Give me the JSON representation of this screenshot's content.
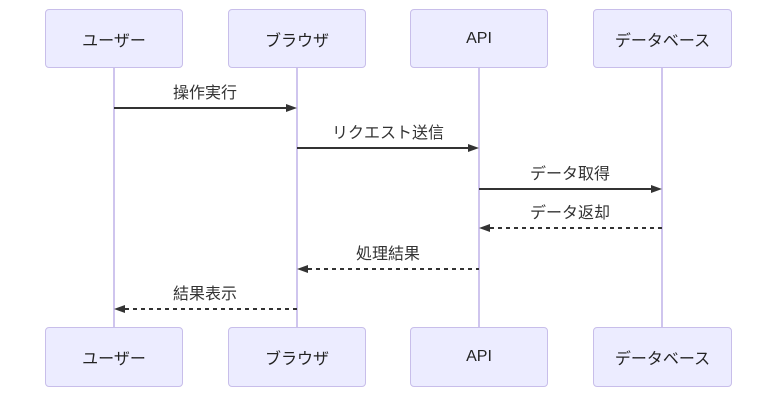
{
  "diagram": {
    "type": "sequence-diagram",
    "background_color": "#ffffff",
    "colors": {
      "actor_fill": "#ECECFF",
      "actor_border": "#C8BEEA",
      "lifeline": "#CFC5EE",
      "arrow_and_text": "#333333",
      "actor_text": "#222222"
    },
    "actors": [
      {
        "label": "ユーザー"
      },
      {
        "label": "ブラウザ"
      },
      {
        "label": "API"
      },
      {
        "label": "データベース"
      }
    ],
    "messages": [
      {
        "label": "操作実行",
        "from": "ユーザー",
        "to": "ブラウザ",
        "line_style": "solid",
        "direction": "right"
      },
      {
        "label": "リクエスト送信",
        "from": "ブラウザ",
        "to": "API",
        "line_style": "solid",
        "direction": "right"
      },
      {
        "label": "データ取得",
        "from": "API",
        "to": "データベース",
        "line_style": "solid",
        "direction": "right"
      },
      {
        "label": "データ返却",
        "from": "データベース",
        "to": "API",
        "line_style": "dashed",
        "direction": "left"
      },
      {
        "label": "処理結果",
        "from": "API",
        "to": "ブラウザ",
        "line_style": "dashed",
        "direction": "left"
      },
      {
        "label": "結果表示",
        "from": "ブラウザ",
        "to": "ユーザー",
        "line_style": "dashed",
        "direction": "left"
      }
    ]
  }
}
